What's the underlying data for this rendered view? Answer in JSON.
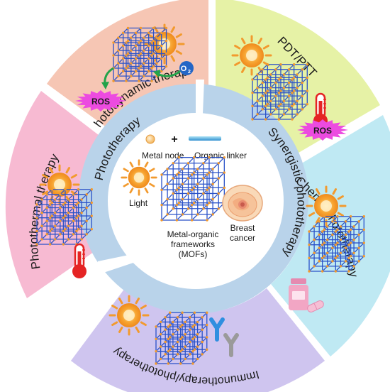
{
  "center": {
    "metal_node_label": "Metal node",
    "plus": "+",
    "organic_linker_label": "Organic linker",
    "light_label": "Light",
    "mof_label_line1": "Metal-organic",
    "mof_label_line2": "frameworks",
    "mof_label_line3": "(MOFs)",
    "breast_label_line1": "Breast",
    "breast_label_line2": "cancer"
  },
  "ring": {
    "left_label": "Phototherapy",
    "right_label": "Synergistic phototherapy"
  },
  "sectors": {
    "photodynamic": {
      "title": "Photodynamic therapy",
      "ros": "ROS",
      "o2": "O",
      "o2_sub": "2"
    },
    "pdt_ptt": {
      "title": "PDT/PTT",
      "ros": "ROS"
    },
    "photothermal": {
      "title": "Photothermal therapy"
    },
    "chemo": {
      "title": "Chemo/phototherapy"
    },
    "immuno": {
      "title": "Immunotherapy/phototherapy"
    }
  },
  "colors": {
    "photodynamic": "#f6c6b4",
    "pdt_ptt": "#e6f2a6",
    "photothermal": "#f7bad2",
    "chemo": "#bfe9f3",
    "immuno": "#cfc5ef",
    "ring": "#b9d3ea",
    "mof": "#2a52c8",
    "node": "#f29a2e",
    "ros": "#ec4be0",
    "thermo": "#e52424"
  }
}
